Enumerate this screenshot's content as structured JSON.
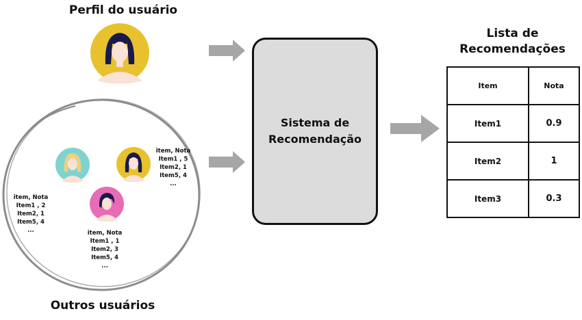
{
  "user_profile": {
    "title": "Perfil do usuário",
    "avatar_color": "#e8c22e"
  },
  "other_users": {
    "title": "Outros usuários",
    "users": [
      {
        "avatar_color": "#7fd3cf",
        "ratings": "item, Nota\nItem1 , 2\nItem2, 1\nItem5, 4\n..."
      },
      {
        "avatar_color": "#e8c22e",
        "ratings": "item, Nota\nItem1 , 5\nItem2, 1\nItem5, 4\n..."
      },
      {
        "avatar_color": "#e86bb5",
        "ratings": "item, Nota\nItem1 , 1\nItem2, 3\nItem5, 4\n..."
      }
    ]
  },
  "system": {
    "label": "Sistema de\nRecomendação",
    "fill_color": "#dcdcdc"
  },
  "recommendations": {
    "title": "Lista de\nRecomendações",
    "headers": [
      "Item",
      "Nota"
    ],
    "rows": [
      {
        "item": "Item1",
        "nota": "0.9"
      },
      {
        "item": "Item2",
        "nota": "1"
      },
      {
        "item": "Item3",
        "nota": "0.3"
      }
    ]
  },
  "colors": {
    "arrow": "#a6a6a6",
    "circle_stroke": "#8c8c8c",
    "skin": "#fbe1d6",
    "hair": "#1a1a4a"
  }
}
